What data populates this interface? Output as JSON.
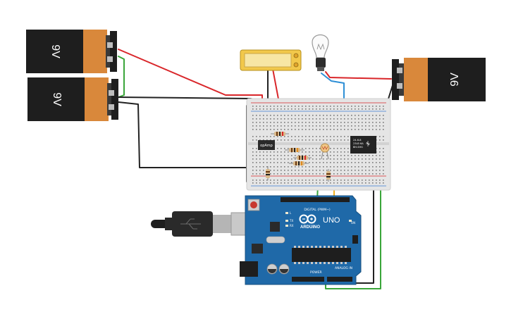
{
  "batteries": [
    {
      "label": "9V"
    },
    {
      "label": "9V"
    },
    {
      "label": "9V"
    }
  ],
  "opamp": {
    "label": "opAmp"
  },
  "relay": {
    "label_lines": [
      "24-6-8",
      "2345 6A",
      "BH-SHG"
    ]
  },
  "arduino": {
    "brand": "ARDUINO",
    "model": "UNO",
    "digital_label": "DIGITAL (PWM~)",
    "power_label": "POWER",
    "analog_label": "ANALOG IN",
    "tx_label": "TX",
    "rx_label": "RX",
    "l_label": "L",
    "on_label": "ON"
  },
  "colors": {
    "wire_red": "#d9262a",
    "wire_black": "#222222",
    "wire_green": "#3aa63a",
    "wire_blue": "#2e8fd6",
    "wire_yellow": "#f2b01e",
    "wire_purple": "#7b2fb3",
    "board_blue": "#1f69a8",
    "battery_orange": "#d9883b",
    "battery_black": "#1e1e1e",
    "breadboard": "#e4e4e4",
    "lcd_yellow": "#f5d778"
  }
}
